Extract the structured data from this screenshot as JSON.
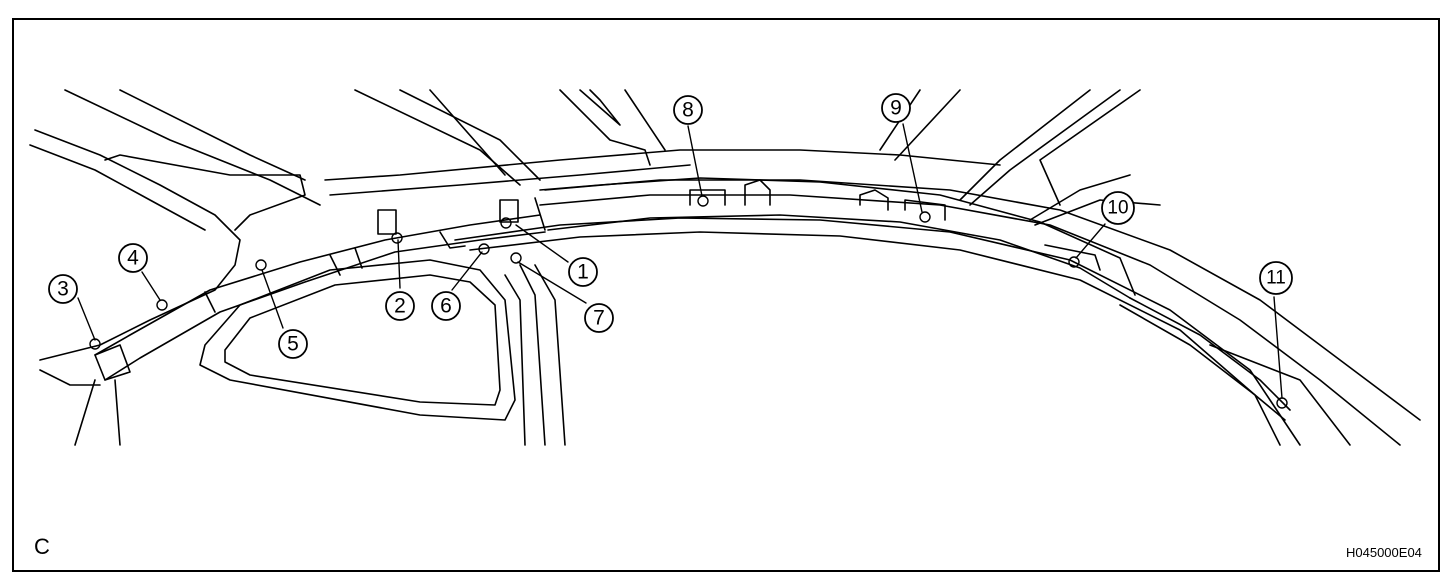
{
  "diagram": {
    "view_letter": "C",
    "figure_code": "H045000E04",
    "callouts": [
      {
        "id": "1",
        "label": "1"
      },
      {
        "id": "2",
        "label": "2"
      },
      {
        "id": "3",
        "label": "3"
      },
      {
        "id": "4",
        "label": "4"
      },
      {
        "id": "5",
        "label": "5"
      },
      {
        "id": "6",
        "label": "6"
      },
      {
        "id": "7",
        "label": "7"
      },
      {
        "id": "8",
        "label": "8"
      },
      {
        "id": "9",
        "label": "9"
      },
      {
        "id": "10",
        "label": "10"
      },
      {
        "id": "11",
        "label": "11"
      }
    ]
  },
  "colors": {
    "line": "#000000",
    "background": "#ffffff"
  }
}
